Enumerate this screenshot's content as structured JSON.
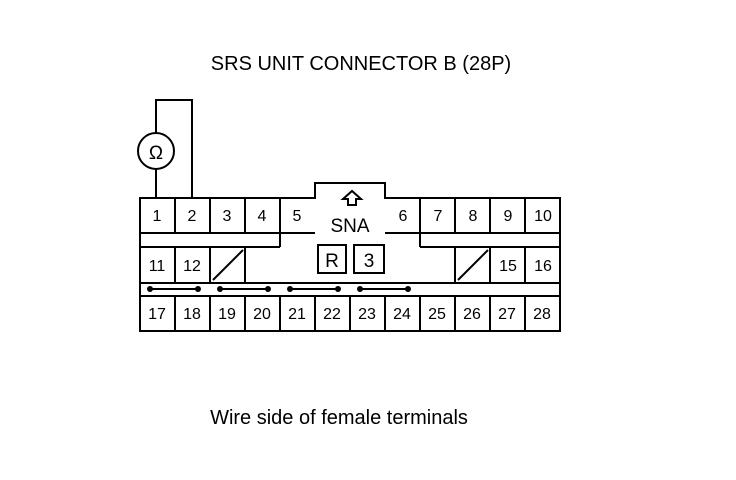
{
  "title": "SRS UNIT CONNECTOR B (28P)",
  "caption": "Wire side of female terminals",
  "meter_symbol": "Ω",
  "notch_label": "SNA",
  "box_r": "R",
  "box_3": "3",
  "row1_pins": [
    "1",
    "2",
    "3",
    "4",
    "5",
    "6",
    "7",
    "8",
    "9",
    "10"
  ],
  "row2_pins": [
    "11",
    "12",
    "15",
    "16"
  ],
  "row3_pins": [
    "17",
    "18",
    "19",
    "20",
    "21",
    "22",
    "23",
    "24",
    "25",
    "26",
    "27",
    "28"
  ],
  "icons": {
    "meter": "ohmmeter-icon",
    "notch_arrow": "up-arrow-icon"
  }
}
